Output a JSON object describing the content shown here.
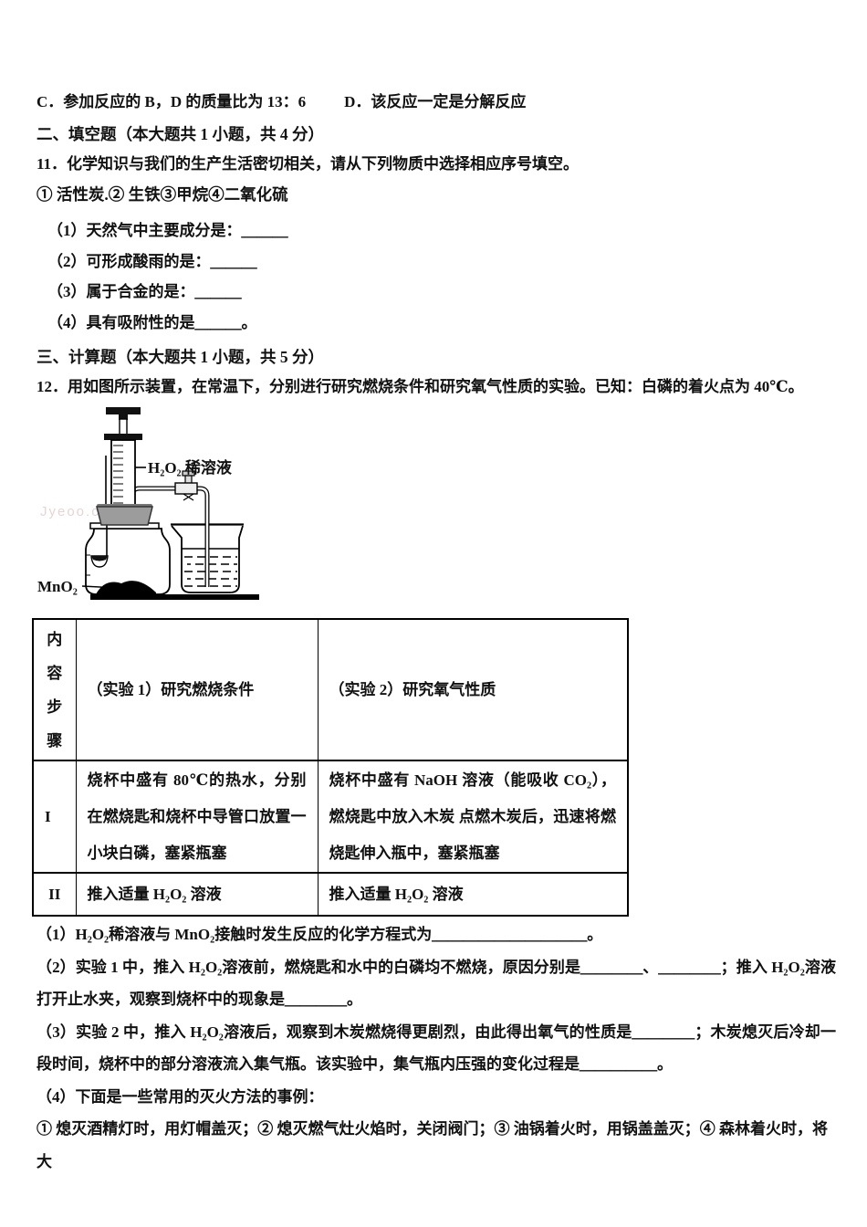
{
  "doc": {
    "option_c": "C．参加反应的 B，D 的质量比为 13：6",
    "option_d": "D．该反应一定是分解反应",
    "sec2_heading": "二、填空题（本大题共 1 小题，共 4 分）",
    "q11_stem": "11．化学知识与我们的生产生活密切相关，请从下列物质中选择相应序号填空。",
    "q11_options": "① 活性炭.② 生铁③甲烷④二氧化硫",
    "q11_blanks": [
      "（1）天然气中主要成分是：＿＿＿",
      "（2）可形成酸雨的是：＿＿＿",
      "（3）属于合金的是：＿＿＿",
      "（4）具有吸附性的是＿＿＿。"
    ],
    "sec3_heading": "三、计算题（本大题共 1 小题，共 5 分）",
    "q12_stem": "12．用如图所示装置，在常温下，分别进行研究燃烧条件和研究氧气性质的实验。已知：白磷的着火点为 40℃。",
    "diagram": {
      "syringe_label": "H₂O₂ 稀溶液",
      "mno2_label": "MnO₂",
      "watermark": "Jyeoo.com"
    },
    "table": {
      "corner": "内容步骤",
      "exp1_header": "（实验 1）研究燃烧条件",
      "exp2_header": "（实验 2）研究氧气性质",
      "rowI_step": "I",
      "rowI_exp1": "烧杯中盛有 80℃的热水，分别在燃烧匙和烧杯中导管口放置一小块白磷，塞紧瓶塞",
      "rowI_exp2": "烧杯中盛有 NaOH 溶液（能吸收 CO₂），燃烧匙中放入木炭 点燃木炭后，迅速将燃烧匙伸入瓶中，塞紧瓶塞",
      "rowII_step": "II",
      "rowII_exp1": "推入适量 H₂O₂ 溶液",
      "rowII_exp2": "推入适量 H₂O₂ 溶液"
    },
    "q12_parts": [
      "（1）H₂O₂稀溶液与 MnO₂接触时发生反应的化学方程式为＿＿＿＿＿＿＿＿＿＿。",
      "（2）实验 1 中，推入 H₂O₂溶液前，燃烧匙和水中的白磷均不燃烧，原因分别是＿＿＿＿、＿＿＿＿；推入 H₂O₂溶液打开止水夹，观察到烧杯中的现象是＿＿＿＿。",
      "（3）实验 2 中，推入 H₂O₂溶液后，观察到木炭燃烧得更剧烈，由此得出氧气的性质是＿＿＿＿；木炭熄灭后冷却一段时间，烧杯中的部分溶液流入集气瓶。该实验中，集气瓶内压强的变化过程是＿＿＿＿＿。",
      "（4）下面是一些常用的灭火方法的事例：",
      "① 熄灭酒精灯时，用灯帽盖灭；② 熄灭燃气灶火焰时，关闭阀门；③ 油锅着火时，用锅盖盖灭；④ 森林着火时，将大"
    ]
  }
}
